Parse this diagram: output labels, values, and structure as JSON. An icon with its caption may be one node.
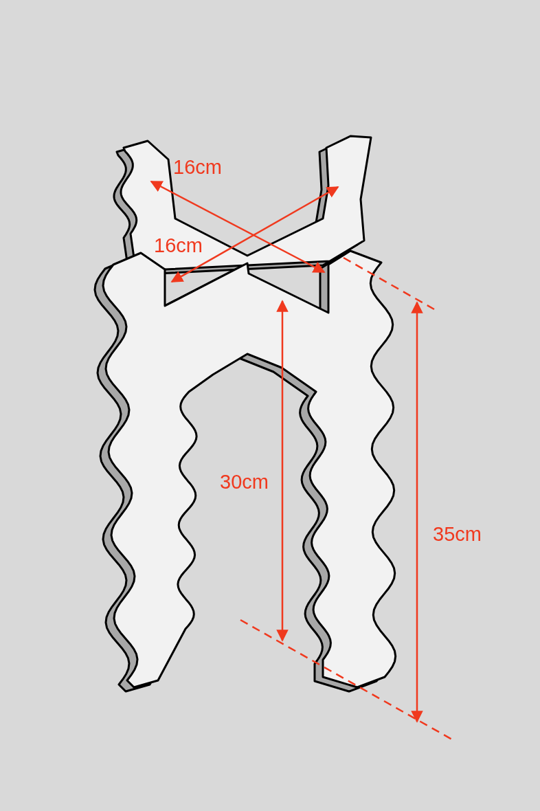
{
  "diagram": {
    "labels": [
      "16cm",
      "16cm",
      "30cm",
      "35cm"
    ]
  }
}
